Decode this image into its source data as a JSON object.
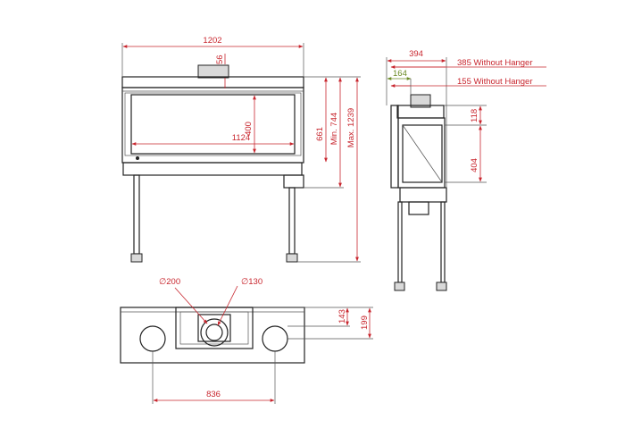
{
  "front_view": {
    "width": "1202",
    "flue_height": "56",
    "glass_height": "400",
    "glass_width": "1124",
    "opening_height": "661",
    "min_height": "Min. 744",
    "max_height": "Max. 1239"
  },
  "side_view": {
    "depth": "394",
    "without_hanger_385": "385 Without Hanger",
    "offset_164": "164",
    "without_hanger_155": "155 Without Hanger",
    "top_118": "118",
    "glass_404": "404"
  },
  "top_view": {
    "flue_outer": "∅200",
    "flue_inner": "∅130",
    "depth_143": "143",
    "depth_199": "199",
    "spacing_836": "836"
  },
  "colors": {
    "dimension": "#c8262e",
    "offset": "#6a8a24",
    "outline": "#222222"
  }
}
